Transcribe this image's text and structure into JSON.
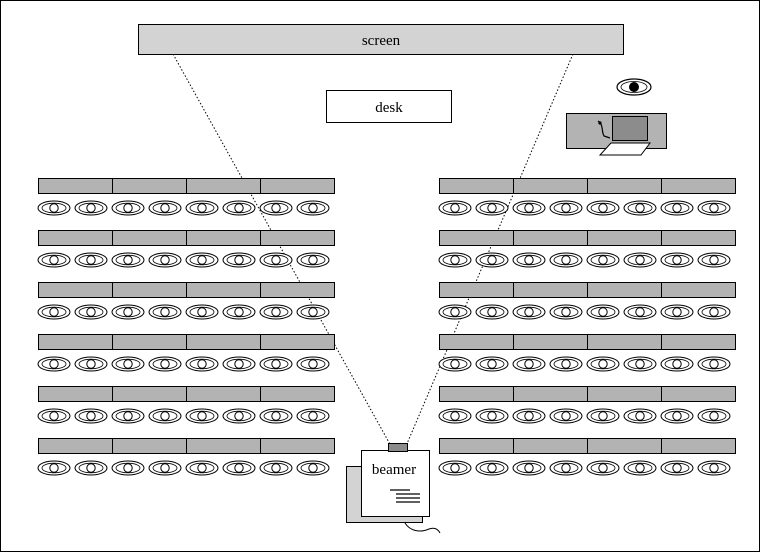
{
  "diagram": {
    "screen_label": "screen",
    "desk_label": "desk",
    "beamer_label": "beamer",
    "seat_rows_per_block": 6,
    "seats_per_row": 8,
    "desk_segments_per_row": 4,
    "colors": {
      "table_fill": "#b3b3b3",
      "screen_fill": "#d3d3d3",
      "stroke": "#000000",
      "background": "#ffffff"
    },
    "icons": {
      "presenter": "eye-icon",
      "laptop": "laptop-icon",
      "seat": "seat-icon",
      "projector": "projector-icon"
    }
  }
}
